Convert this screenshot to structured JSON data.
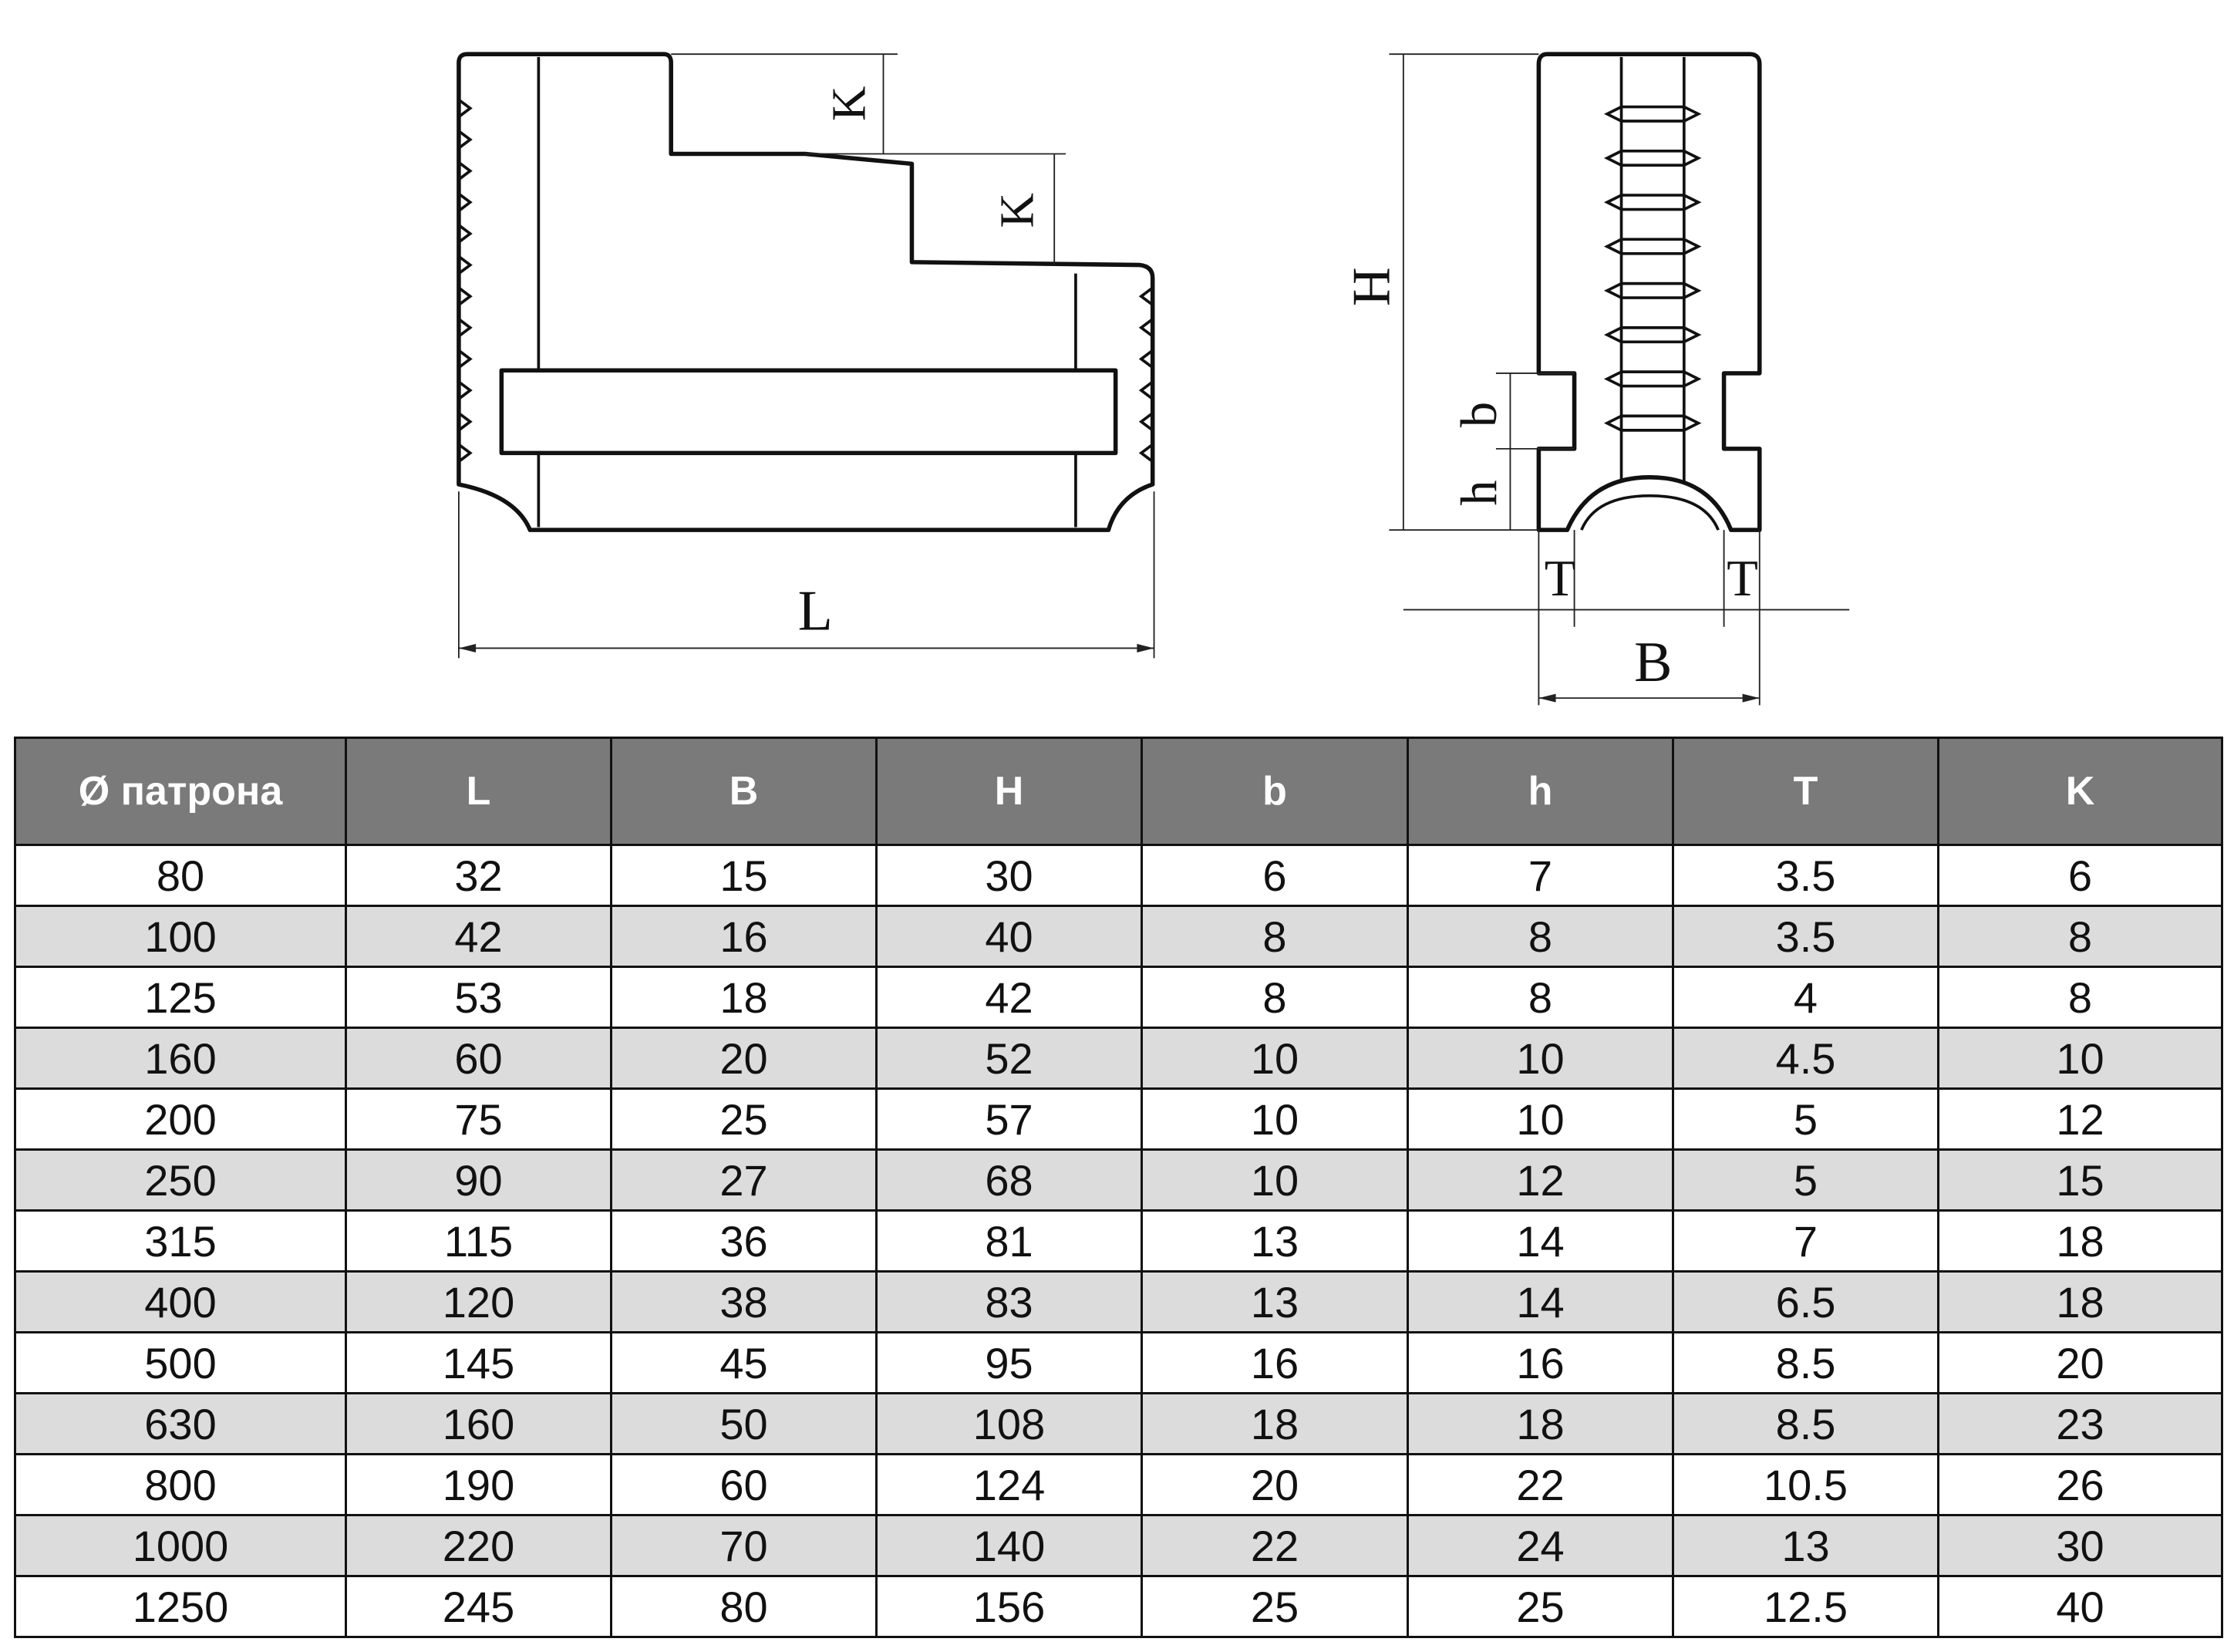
{
  "drawing": {
    "side_view_labels": {
      "length": "L",
      "step1": "K",
      "step2": "K"
    },
    "end_view_labels": {
      "height": "H",
      "b": "b",
      "h": "h",
      "t_left": "T",
      "t_right": "T",
      "width": "B"
    }
  },
  "table": {
    "headers": [
      "Ø патрона",
      "L",
      "B",
      "H",
      "b",
      "h",
      "T",
      "K"
    ],
    "rows": [
      [
        "80",
        "32",
        "15",
        "30",
        "6",
        "7",
        "3.5",
        "6"
      ],
      [
        "100",
        "42",
        "16",
        "40",
        "8",
        "8",
        "3.5",
        "8"
      ],
      [
        "125",
        "53",
        "18",
        "42",
        "8",
        "8",
        "4",
        "8"
      ],
      [
        "160",
        "60",
        "20",
        "52",
        "10",
        "10",
        "4.5",
        "10"
      ],
      [
        "200",
        "75",
        "25",
        "57",
        "10",
        "10",
        "5",
        "12"
      ],
      [
        "250",
        "90",
        "27",
        "68",
        "10",
        "12",
        "5",
        "15"
      ],
      [
        "315",
        "115",
        "36",
        "81",
        "13",
        "14",
        "7",
        "18"
      ],
      [
        "400",
        "120",
        "38",
        "83",
        "13",
        "14",
        "6.5",
        "18"
      ],
      [
        "500",
        "145",
        "45",
        "95",
        "16",
        "16",
        "8.5",
        "20"
      ],
      [
        "630",
        "160",
        "50",
        "108",
        "18",
        "18",
        "8.5",
        "23"
      ],
      [
        "800",
        "190",
        "60",
        "124",
        "20",
        "22",
        "10.5",
        "26"
      ],
      [
        "1000",
        "220",
        "70",
        "140",
        "22",
        "24",
        "13",
        "30"
      ],
      [
        "1250",
        "245",
        "80",
        "156",
        "25",
        "25",
        "12.5",
        "40"
      ]
    ]
  },
  "colors": {
    "header_bg": "#7a7a7a",
    "alt_row_bg": "#dcdcdc"
  }
}
